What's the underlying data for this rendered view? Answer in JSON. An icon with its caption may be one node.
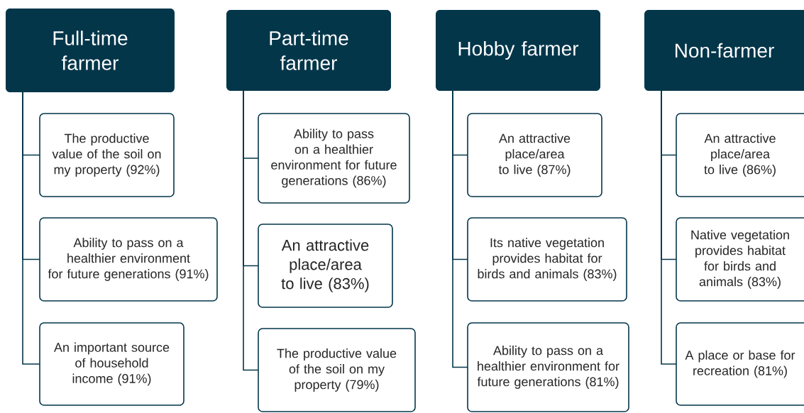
{
  "diagram": {
    "nodes": [
      {
        "text": [
          "Full-time farmer"
        ]
      },
      {
        "text": [
          "The productive value of the soil on my property (92%)"
        ]
      },
      {
        "text": [
          "Ability to pass on a healthier environment for future generations (91%)"
        ]
      },
      {
        "text": [
          "An important source of household income (91%)"
        ]
      },
      {
        "text": [
          "Part-time farmer"
        ]
      },
      {
        "text": [
          "Ability to pass on a healthier environment for future generations (86%)"
        ]
      },
      {
        "text": [
          "An attractive place/area to live (83%)"
        ]
      },
      {
        "text": [
          "The productive value of the soil on my property (79%)"
        ]
      },
      {
        "text": [
          "Hobby farmer"
        ]
      },
      {
        "text": [
          "An attractive place/area to live (87%)"
        ]
      },
      {
        "text": [
          "Its native vegetation provides habitat for birds and animals (83%)"
        ]
      },
      {
        "text": [
          "Ability to pass on a healthier environment for future generations (81%)"
        ]
      },
      {
        "text": [
          "Non-farmer"
        ]
      },
      {
        "text": [
          "An attractive place/area to live (86%)"
        ]
      },
      {
        "text": [
          "Native vegetation provides habitat for birds and animals (83%)"
        ]
      },
      {
        "text": [
          "A place or base for recreation (81%)"
        ]
      }
    ],
    "edges": [
      {
        "from": 0,
        "to": 1,
        "arrow": "none"
      },
      {
        "from": 0,
        "to": 2,
        "arrow": "none"
      },
      {
        "from": 0,
        "to": 3,
        "arrow": "none"
      },
      {
        "from": 4,
        "to": 5,
        "arrow": "none"
      },
      {
        "from": 4,
        "to": 6,
        "arrow": "none"
      },
      {
        "from": 4,
        "to": 7,
        "arrow": "none"
      },
      {
        "from": 8,
        "to": 9,
        "arrow": "none"
      },
      {
        "from": 8,
        "to": 10,
        "arrow": "none"
      },
      {
        "from": 8,
        "to": 11,
        "arrow": "none"
      },
      {
        "from": 12,
        "to": 13,
        "arrow": "none"
      },
      {
        "from": 12,
        "to": 14,
        "arrow": "none"
      },
      {
        "from": 12,
        "to": 15,
        "arrow": "none"
      }
    ]
  }
}
